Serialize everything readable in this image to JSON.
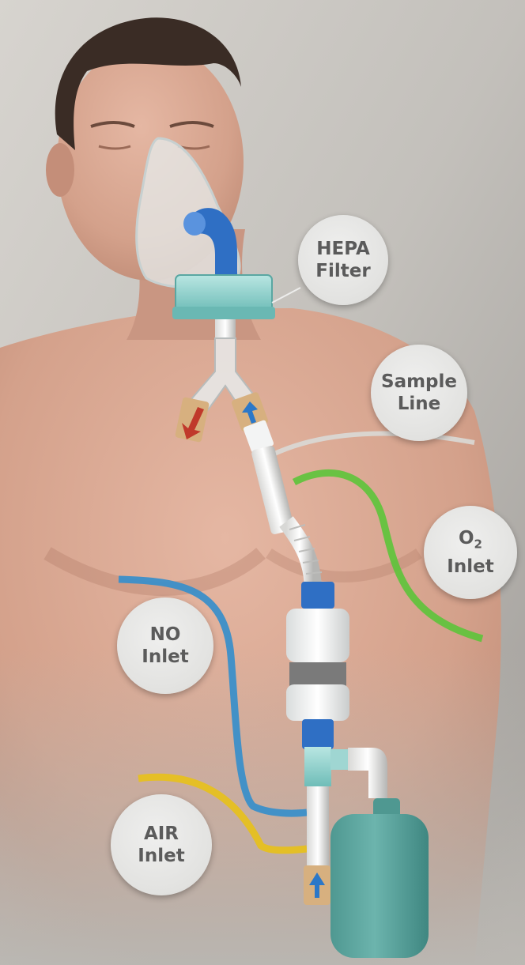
{
  "labels": {
    "hepa": [
      "HEPA",
      "Filter"
    ],
    "sample": [
      "Sample",
      "Line"
    ],
    "o2": [
      "O",
      "2",
      "Inlet"
    ],
    "no": [
      "NO",
      "Inlet"
    ],
    "air": [
      "AIR",
      "Inlet"
    ]
  },
  "colors": {
    "background": "#bdbab5",
    "skin": "#d8a893",
    "hair": "#3a2c25",
    "mask": "#e6ecec",
    "filter_teal": "#7fc6c2",
    "no_line": "#3b8fc9",
    "o2_line": "#5cc43a",
    "air_line": "#e6c020",
    "sample_line": "#d9d9d6",
    "bag": "#5fa7a0",
    "elbow_blue": "#2f6fc4",
    "arrow_red": "#c0392b",
    "arrow_blue": "#2b78c8"
  }
}
